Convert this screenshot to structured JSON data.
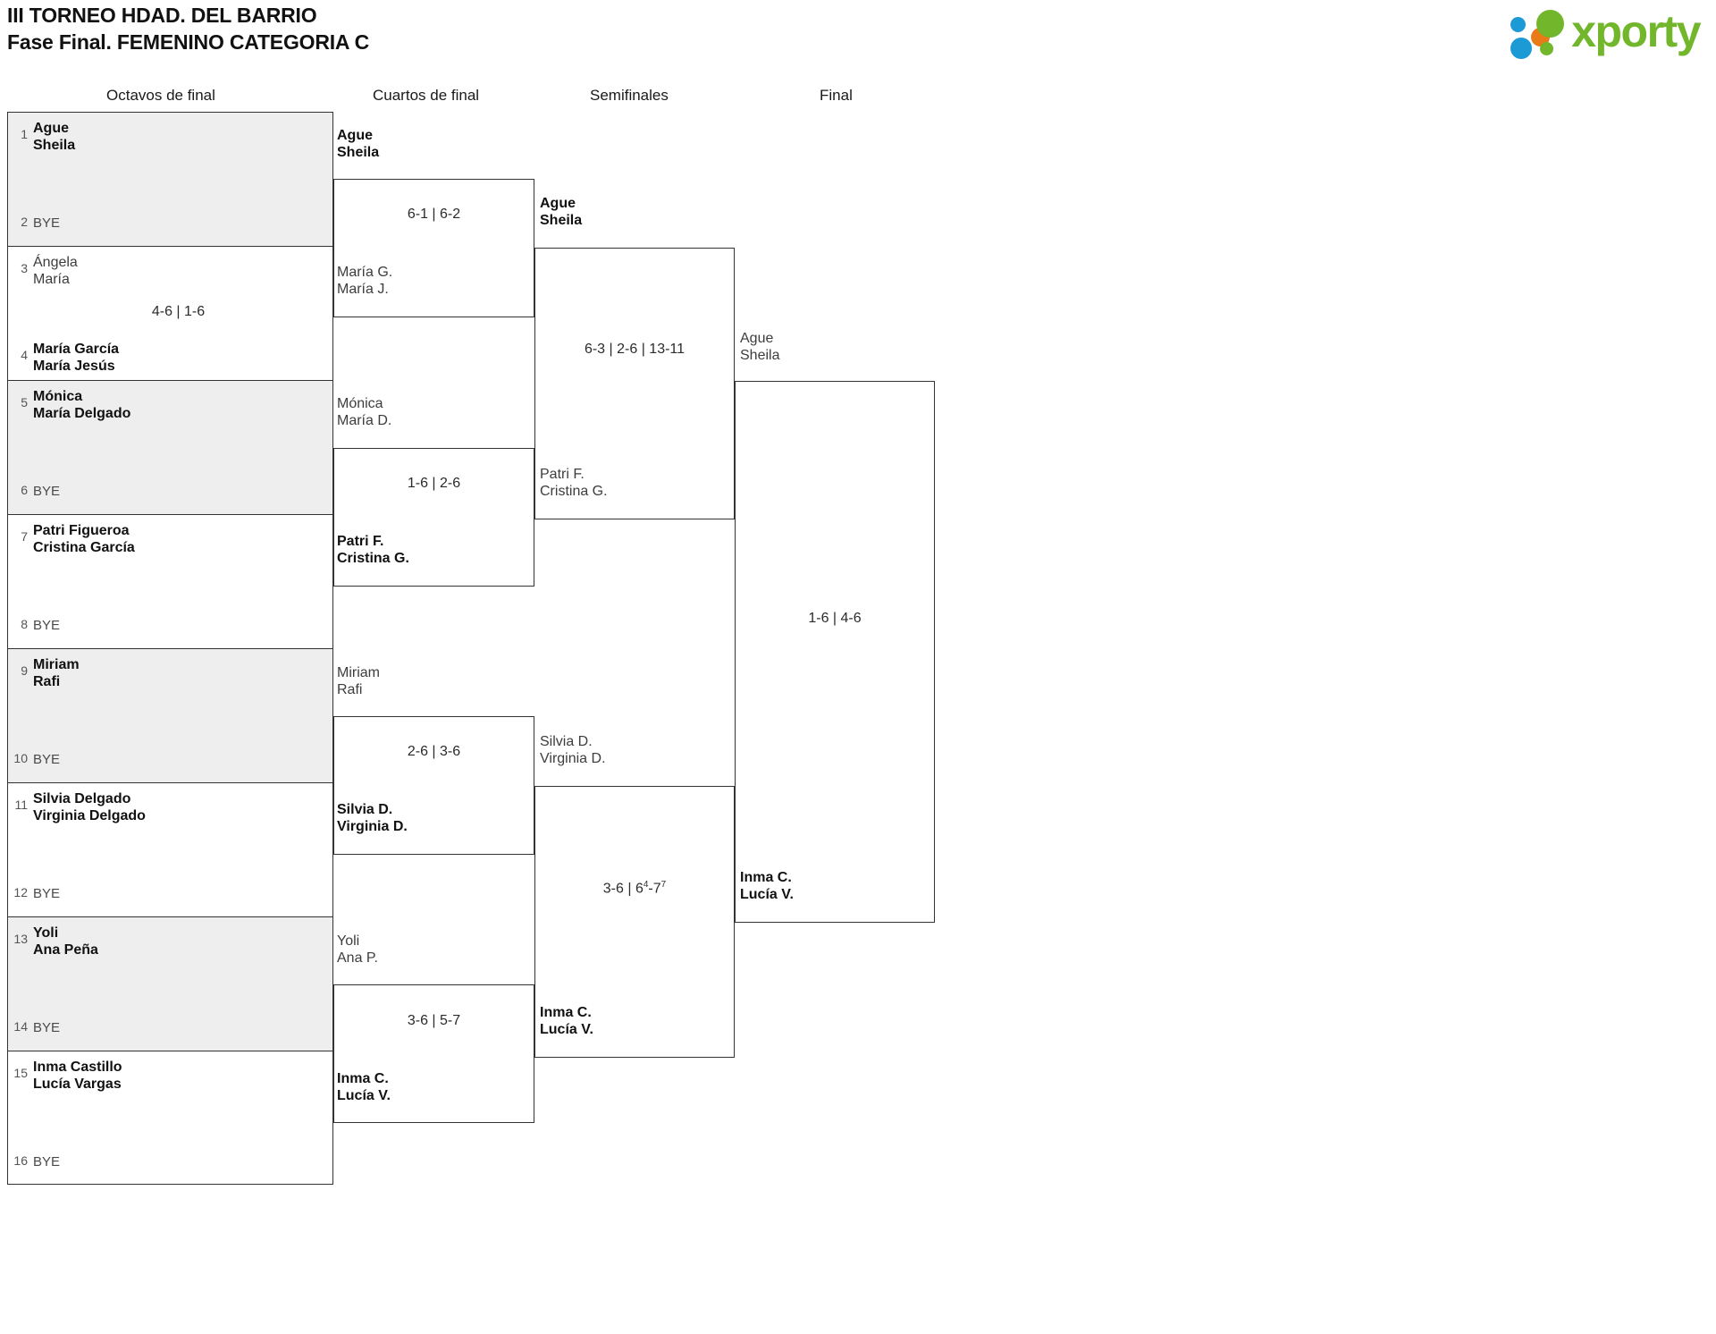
{
  "header": {
    "title_line1": "III TORNEO HDAD. DEL BARRIO",
    "title_line2": "Fase Final. FEMENINO CATEGORIA C",
    "brand": "xporty"
  },
  "rounds": [
    {
      "label": "Octavos de final"
    },
    {
      "label": "Cuartos de final"
    },
    {
      "label": "Semifinales"
    },
    {
      "label": "Final"
    }
  ],
  "bracket": {
    "round1": [
      {
        "seed_top": "1",
        "top_line1": "Ague",
        "top_line2": "Sheila",
        "top_status": "winner",
        "seed_bottom": "2",
        "bottom_line1": "BYE",
        "bottom_status": "bye",
        "score": "",
        "shaded": true
      },
      {
        "seed_top": "3",
        "top_line1": "Ángela",
        "top_line2": "María",
        "top_status": "loser",
        "seed_bottom": "4",
        "bottom_line1": "María García",
        "bottom_line2": "María Jesús",
        "bottom_status": "winner",
        "score": "4-6 | 1-6",
        "shaded": false
      },
      {
        "seed_top": "5",
        "top_line1": "Mónica",
        "top_line2": "María Delgado",
        "top_status": "winner",
        "seed_bottom": "6",
        "bottom_line1": "BYE",
        "bottom_status": "bye",
        "score": "",
        "shaded": true
      },
      {
        "seed_top": "7",
        "top_line1": "Patri Figueroa",
        "top_line2": "Cristina García",
        "top_status": "winner",
        "seed_bottom": "8",
        "bottom_line1": "BYE",
        "bottom_status": "bye",
        "score": "",
        "shaded": false
      },
      {
        "seed_top": "9",
        "top_line1": "Miriam",
        "top_line2": "Rafi",
        "top_status": "winner",
        "seed_bottom": "10",
        "bottom_line1": "BYE",
        "bottom_status": "bye",
        "score": "",
        "shaded": true
      },
      {
        "seed_top": "11",
        "top_line1": "Silvia Delgado",
        "top_line2": "Virginia Delgado",
        "top_status": "winner",
        "seed_bottom": "12",
        "bottom_line1": "BYE",
        "bottom_status": "bye",
        "score": "",
        "shaded": false
      },
      {
        "seed_top": "13",
        "top_line1": "Yoli",
        "top_line2": "Ana Peña",
        "top_status": "winner",
        "seed_bottom": "14",
        "bottom_line1": "BYE",
        "bottom_status": "bye",
        "score": "",
        "shaded": true
      },
      {
        "seed_top": "15",
        "top_line1": "Inma Castillo",
        "top_line2": "Lucía Vargas",
        "top_status": "winner",
        "seed_bottom": "16",
        "bottom_line1": "BYE",
        "bottom_status": "bye",
        "score": "",
        "shaded": false
      }
    ],
    "round2": [
      {
        "top_line1": "Ague",
        "top_line2": "Sheila",
        "top_status": "winner",
        "bottom_line1": "María G.",
        "bottom_line2": "María J.",
        "bottom_status": "loser",
        "score": "6-1 | 6-2"
      },
      {
        "top_line1": "Mónica",
        "top_line2": "María D.",
        "top_status": "loser",
        "bottom_line1": "Patri F.",
        "bottom_line2": "Cristina G.",
        "bottom_status": "winner",
        "score": "1-6 | 2-6"
      },
      {
        "top_line1": "Miriam",
        "top_line2": "Rafi",
        "top_status": "loser",
        "bottom_line1": "Silvia D.",
        "bottom_line2": "Virginia D.",
        "bottom_status": "winner",
        "score": "2-6 | 3-6"
      },
      {
        "top_line1": "Yoli",
        "top_line2": "Ana P.",
        "top_status": "loser",
        "bottom_line1": "Inma C.",
        "bottom_line2": "Lucía V.",
        "bottom_status": "winner",
        "score": "3-6 | 5-7"
      }
    ],
    "round3": [
      {
        "top_line1": "Ague",
        "top_line2": "Sheila",
        "top_status": "winner",
        "bottom_line1": "Patri F.",
        "bottom_line2": "Cristina G.",
        "bottom_status": "loser",
        "score": "6-3 | 2-6 | 13-11"
      },
      {
        "top_line1": "Silvia D.",
        "top_line2": "Virginia D.",
        "top_status": "loser",
        "bottom_line1": "Inma C.",
        "bottom_line2": "Lucía V.",
        "bottom_status": "winner",
        "score_pre": "3-6 | 6",
        "score_sup1": "4",
        "score_mid": "-7",
        "score_sup2": "7"
      }
    ],
    "round4": [
      {
        "top_line1": "Ague",
        "top_line2": "Sheila",
        "top_status": "loser",
        "bottom_line1": "Inma C.",
        "bottom_line2": "Lucía V.",
        "bottom_status": "winner",
        "score": "1-6 | 4-6"
      }
    ]
  }
}
